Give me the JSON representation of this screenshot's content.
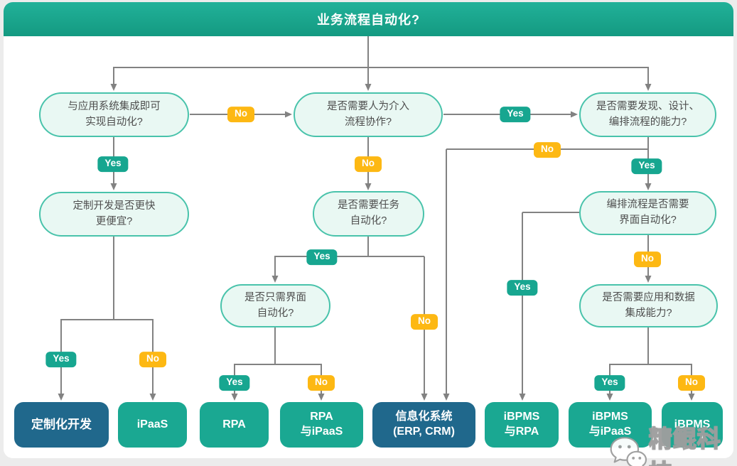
{
  "banner": {
    "title": "业务流程自动化?"
  },
  "colors": {
    "banner_teal": "#16a78e",
    "node_fill": "#e9f8f3",
    "node_border": "#49c3ab",
    "yes_green": "#17a690",
    "no_amber": "#fdb813",
    "result_teal": "#1aa892",
    "result_blue": "#20688c",
    "line_gray": "#828282"
  },
  "questions": [
    {
      "id": "integration-enough",
      "text": "与应用系统集成即可\n实现自动化?"
    },
    {
      "id": "human-involvement",
      "text": "是否需要人为介入\n流程协作?"
    },
    {
      "id": "discover-design-orchestrate",
      "text": "是否需要发现、设计、\n编排流程的能力?"
    },
    {
      "id": "custom-dev-faster-cheaper",
      "text": "定制开发是否更快\n更便宜?"
    },
    {
      "id": "task-automation",
      "text": "是否需要任务\n自动化?"
    },
    {
      "id": "ui-automation-only",
      "text": "是否只需界面\n自动化?"
    },
    {
      "id": "orchestration-ui-automation",
      "text": "编排流程是否需要\n界面自动化?"
    },
    {
      "id": "app-data-integration",
      "text": "是否需要应用和数据\n集成能力?"
    }
  ],
  "results": [
    {
      "id": "custom-dev",
      "text": "定制化开发",
      "style": "blue"
    },
    {
      "id": "ipaas",
      "text": "iPaaS",
      "style": "teal"
    },
    {
      "id": "rpa",
      "text": "RPA",
      "style": "teal"
    },
    {
      "id": "rpa-with-ipaas",
      "text": "RPA\n与iPaaS",
      "style": "teal"
    },
    {
      "id": "info-system",
      "text": "信息化系统\n(ERP, CRM)",
      "style": "blue"
    },
    {
      "id": "ibpms-with-rpa",
      "text": "iBPMS\n与RPA",
      "style": "teal"
    },
    {
      "id": "ibpms-with-ipaas",
      "text": "iBPMS\n与iPaaS",
      "style": "teal"
    },
    {
      "id": "ibpms",
      "text": "iBPMS",
      "style": "teal"
    }
  ],
  "edge_labels": [
    {
      "id": "root-to-mid",
      "text": "No",
      "type": "no"
    },
    {
      "id": "mid-to-right",
      "text": "Yes",
      "type": "yes"
    },
    {
      "id": "left-down",
      "text": "Yes",
      "type": "yes"
    },
    {
      "id": "mid-down",
      "text": "No",
      "type": "no"
    },
    {
      "id": "right-no-rail",
      "text": "No",
      "type": "no"
    },
    {
      "id": "right-down",
      "text": "Yes",
      "type": "yes"
    },
    {
      "id": "task-yes",
      "text": "Yes",
      "type": "yes"
    },
    {
      "id": "task-no",
      "text": "No",
      "type": "no"
    },
    {
      "id": "custom-yes",
      "text": "Yes",
      "type": "yes"
    },
    {
      "id": "custom-no",
      "text": "No",
      "type": "no"
    },
    {
      "id": "uionly-yes",
      "text": "Yes",
      "type": "yes"
    },
    {
      "id": "uionly-no",
      "text": "No",
      "type": "no"
    },
    {
      "id": "orch-yes",
      "text": "Yes",
      "type": "yes"
    },
    {
      "id": "orch-no",
      "text": "No",
      "type": "no"
    },
    {
      "id": "integration-yes",
      "text": "Yes",
      "type": "yes"
    },
    {
      "id": "integration-no",
      "text": "No",
      "type": "no"
    }
  ],
  "watermark": {
    "text": "精鲲科技",
    "icon": "wechat-icon"
  }
}
